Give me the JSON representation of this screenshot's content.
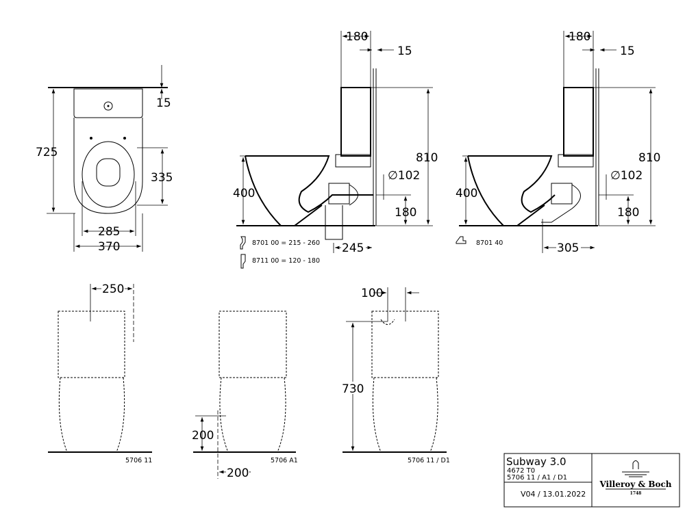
{
  "top_view": {
    "d725": "725",
    "d15": "15",
    "d335": "335",
    "d285": "285",
    "d370": "370"
  },
  "side_view_1": {
    "d180": "180",
    "d15": "15",
    "d810": "810",
    "d400": "400",
    "d102": "∅102",
    "d180b": "180",
    "d245": "245",
    "note1": "8701 00 = 215 - 260",
    "note2": "8711 00 = 120 - 180"
  },
  "side_view_2": {
    "d180": "180",
    "d15": "15",
    "d810": "810",
    "d400": "400",
    "d102": "∅102",
    "d180b": "180",
    "d305": "305",
    "note1": "8701 40"
  },
  "front_1": {
    "d250": "250",
    "label": "5706 11"
  },
  "front_2": {
    "d200v": "200",
    "d200h": "200",
    "label": "5706 A1"
  },
  "front_3": {
    "d100": "100",
    "d730": "730",
    "label": "5706 11 / D1"
  },
  "title_block": {
    "product": "Subway 3.0",
    "code1": "4672 T0",
    "code2": "5706 11 / A1 / D1",
    "version": "V04 / 13.01.2022",
    "brand": "Villeroy & Boch",
    "brand_year": "1748"
  }
}
